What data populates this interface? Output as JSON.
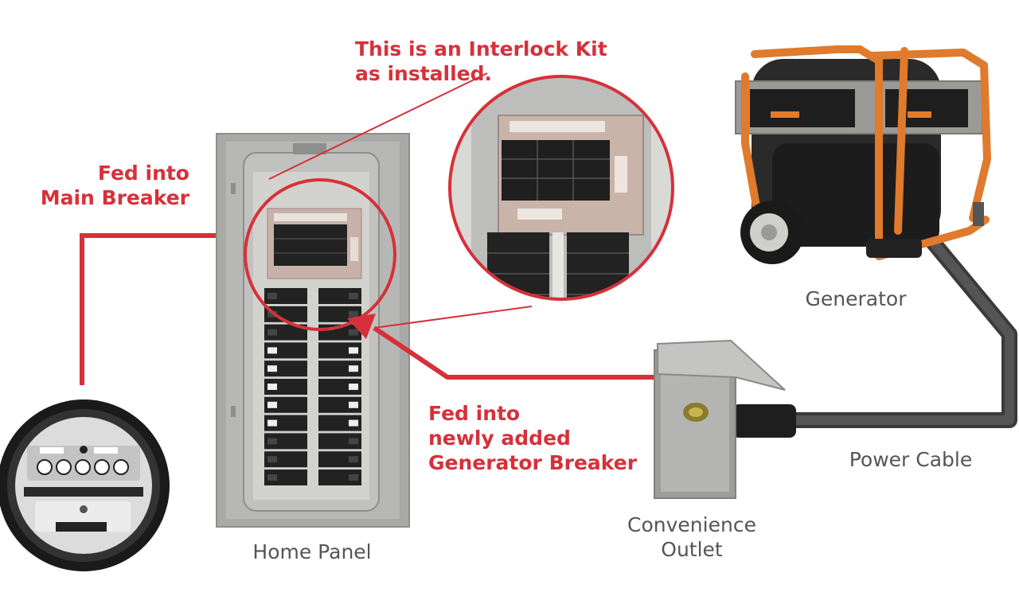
{
  "colors": {
    "accent_red": "#d6313a",
    "label_gray": "#555555",
    "panel_gray": "#a9aaa7",
    "generator_orange": "#e07a2c",
    "breaker_black": "#222222"
  },
  "callouts": {
    "interlock_line1": "This is an Interlock Kit",
    "interlock_line2": "as installed.",
    "main_line1": "Fed into",
    "main_line2": "Main Breaker",
    "gen_line1": "Fed into",
    "gen_line2": "newly added",
    "gen_line3": "Generator Breaker"
  },
  "components": {
    "home_panel": "Home Panel",
    "generator": "Generator",
    "power_cable": "Power Cable",
    "outlet_line1": "Convenience",
    "outlet_line2": "Outlet"
  },
  "icons": [
    "electric-meter-icon",
    "breaker-panel-icon",
    "interlock-zoom-icon",
    "generator-icon",
    "convenience-outlet-icon",
    "power-cable-icon"
  ]
}
